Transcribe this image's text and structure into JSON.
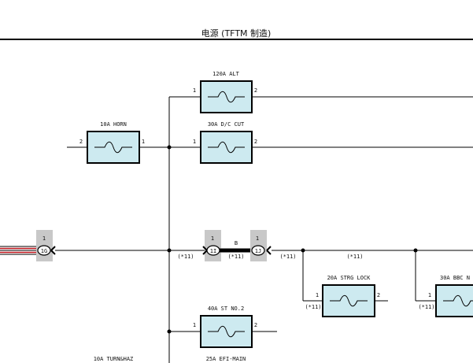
{
  "header": {
    "title": "电源 (TFTM 制造)"
  },
  "colors": {
    "fuse_fill": "#cdeaf0",
    "connector_fill": "#c8c8c8",
    "wire": "#000000",
    "harness_red": "#c0141c"
  },
  "fuses": {
    "alt": {
      "label": "120A ALT",
      "pin_left": "1",
      "pin_right": "2"
    },
    "dc_cut": {
      "label": "30A D/C CUT",
      "pin_left": "1",
      "pin_right": "2"
    },
    "horn": {
      "label": "10A HORN",
      "pin_left": "2",
      "pin_right": "1"
    },
    "strg_lock": {
      "label": "20A STRG LOCK",
      "pin_left": "1",
      "pin_right": "2",
      "note": "(*11)"
    },
    "bbc": {
      "label": "30A BBC N",
      "pin_left": "1",
      "note": "(*11)"
    },
    "st_no2": {
      "label": "40A ST NO.2",
      "pin_left": "1",
      "pin_right": "2"
    },
    "turn_haz": {
      "label": "10A TURN&HAZ"
    },
    "efi_main": {
      "label": "25A EFI-MAIN"
    }
  },
  "connectors": {
    "c1g": {
      "id": "1G",
      "pin": "1"
    },
    "c1i": {
      "id": "1I",
      "pin": "1"
    },
    "c1j": {
      "id": "1J",
      "pin": "1"
    }
  },
  "busbar": {
    "label": "B",
    "notes": [
      "(*11)",
      "(*11)",
      "(*11)",
      "(*11)"
    ]
  }
}
